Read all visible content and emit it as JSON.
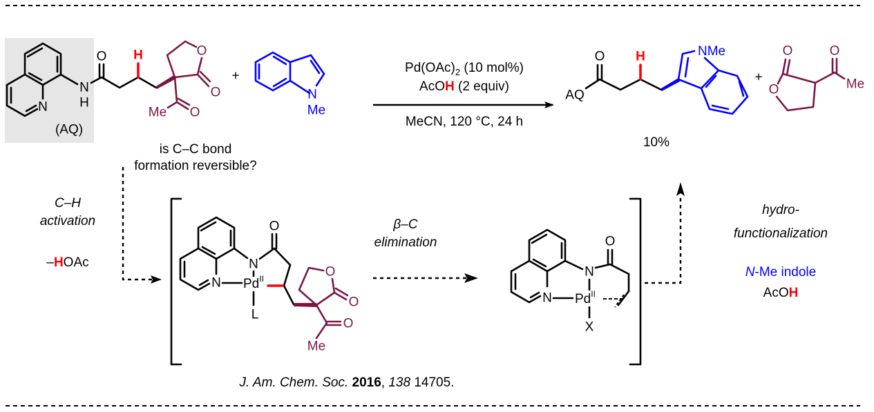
{
  "substrate": {
    "aq_label": "(AQ)",
    "atoms": {
      "N_ring": "N",
      "N_amide": "N",
      "H_amide": "H",
      "O_carbonyl": "O",
      "H_beta": "H",
      "O_ring": "O",
      "O_lactone": "O",
      "O_acetyl": "O",
      "Me": "Me"
    },
    "question_line1": "is C–C bond",
    "question_line2": "formation reversible?"
  },
  "plus": "+",
  "indole": {
    "N": "N",
    "Me": "Me"
  },
  "conditions": {
    "line1_main": "Pd(OAc)",
    "line1_sub": "2",
    "line1_rest": " (10 mol%)",
    "line2_main": "AcO",
    "line2_h": "H",
    "line2_rest": " (2 equiv)",
    "line3": "MeCN, 120 °C, 24 h"
  },
  "product": {
    "AQ": "AQ",
    "O": "O",
    "H": "H",
    "NMe": "NMe",
    "yield": "10%"
  },
  "byproduct": {
    "O_ring": "O",
    "O_lactone": "O",
    "O_acetyl": "O",
    "Me": "Me"
  },
  "step1": {
    "line1": "C–H",
    "line2": "activation",
    "loss_prefix": "–",
    "loss_h": "H",
    "loss_rest": "OAc"
  },
  "intermediate1": {
    "N1": "N",
    "N2": "N",
    "Pd": "Pd",
    "ox": "II",
    "L": "L",
    "O": "O",
    "O_ring": "O",
    "O_lactone": "O",
    "O_acetyl": "O",
    "Me": "Me"
  },
  "step2": {
    "line1": "β–C",
    "line2": "elimination"
  },
  "intermediate2": {
    "N1": "N",
    "N2": "N",
    "Pd": "Pd",
    "ox": "II",
    "X": "X",
    "O": "O"
  },
  "step3": {
    "line1": "hydro-",
    "line2": "functionalization",
    "reagent1_italic": "N",
    "reagent1_rest": "-Me indole",
    "reagent2_main": "AcO",
    "reagent2_h": "H"
  },
  "citation": {
    "journal": "J. Am. Chem. Soc. ",
    "year": "2016",
    "sep": ", ",
    "volume": "138",
    "pages": " 14705."
  },
  "colors": {
    "maroon": "#7a1646",
    "blue": "#0000ff",
    "red": "#ff0000",
    "highlight": "#e6e6e6"
  }
}
